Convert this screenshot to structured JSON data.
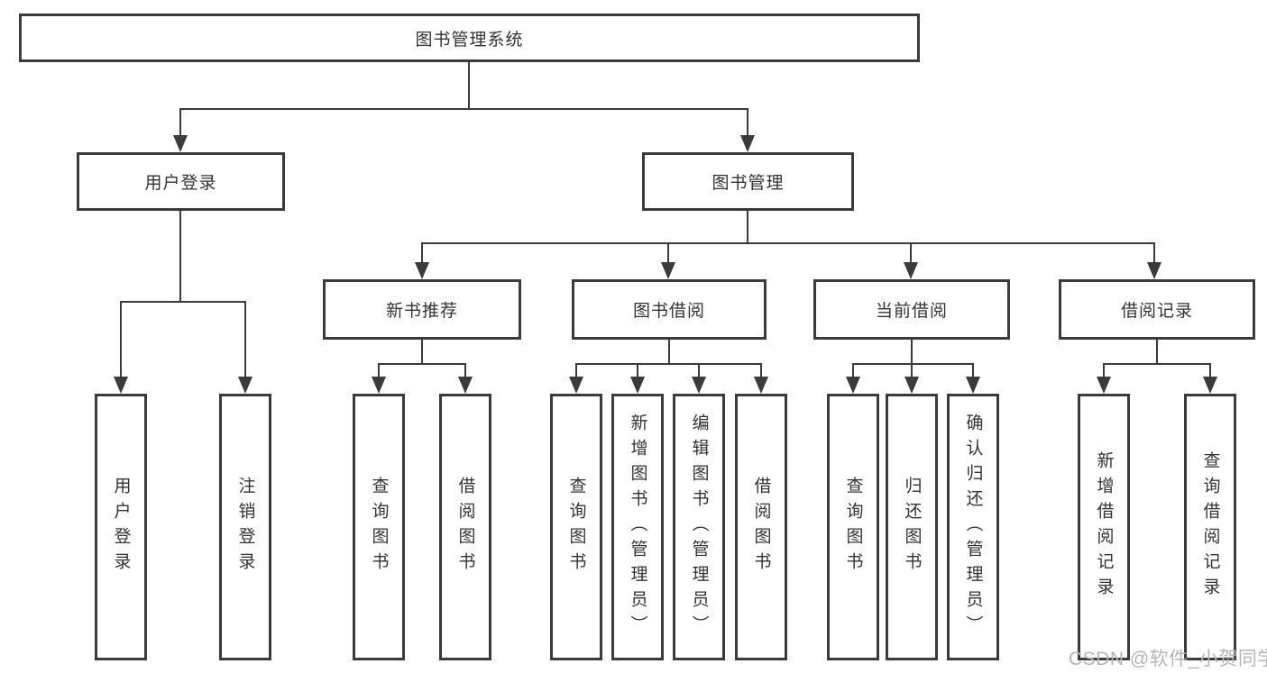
{
  "diagram": {
    "title": "图书管理系统",
    "root": {
      "id": "library-management-system",
      "label": "图书管理系统"
    },
    "level2": [
      {
        "id": "user-login",
        "label": "用户登录",
        "parent": "library-management-system"
      },
      {
        "id": "book-management",
        "label": "图书管理",
        "parent": "library-management-system"
      }
    ],
    "level3": [
      {
        "id": "new-book-recommend",
        "label": "新书推荐",
        "parent": "book-management"
      },
      {
        "id": "book-borrow",
        "label": "图书借阅",
        "parent": "book-management"
      },
      {
        "id": "current-borrow",
        "label": "当前借阅",
        "parent": "book-management"
      },
      {
        "id": "borrow-records",
        "label": "借阅记录",
        "parent": "book-management"
      }
    ],
    "leaves": [
      {
        "id": "leaf-user-login",
        "label": "用户登录",
        "parent": "user-login"
      },
      {
        "id": "leaf-logout",
        "label": "注销登录",
        "parent": "user-login"
      },
      {
        "id": "leaf-query-books-recommend",
        "label": "查询图书",
        "parent": "new-book-recommend"
      },
      {
        "id": "leaf-borrow-books-recommend",
        "label": "借阅图书",
        "parent": "new-book-recommend"
      },
      {
        "id": "leaf-query-books-borrow",
        "label": "查询图书",
        "parent": "book-borrow"
      },
      {
        "id": "leaf-add-book-admin",
        "label": "新增图书（管理员）",
        "parent": "book-borrow"
      },
      {
        "id": "leaf-edit-book-admin",
        "label": "编辑图书（管理员）",
        "parent": "book-borrow"
      },
      {
        "id": "leaf-borrow-books-borrow",
        "label": "借阅图书",
        "parent": "book-borrow"
      },
      {
        "id": "leaf-query-books-current",
        "label": "查询图书",
        "parent": "current-borrow"
      },
      {
        "id": "leaf-return-book",
        "label": "归还图书",
        "parent": "current-borrow"
      },
      {
        "id": "leaf-confirm-return-admin",
        "label": "确认归还（管理员）",
        "parent": "current-borrow"
      },
      {
        "id": "leaf-add-borrow-record",
        "label": "新增借阅记录",
        "parent": "borrow-records"
      },
      {
        "id": "leaf-query-borrow-record",
        "label": "查询借阅记录",
        "parent": "borrow-records"
      }
    ]
  },
  "watermark": {
    "text": "CSDN @软件_小贺同学"
  },
  "colors": {
    "line": "#3b3b3b",
    "text": "#333333",
    "watermark": "#b5b5b5",
    "background": "#ffffff"
  }
}
